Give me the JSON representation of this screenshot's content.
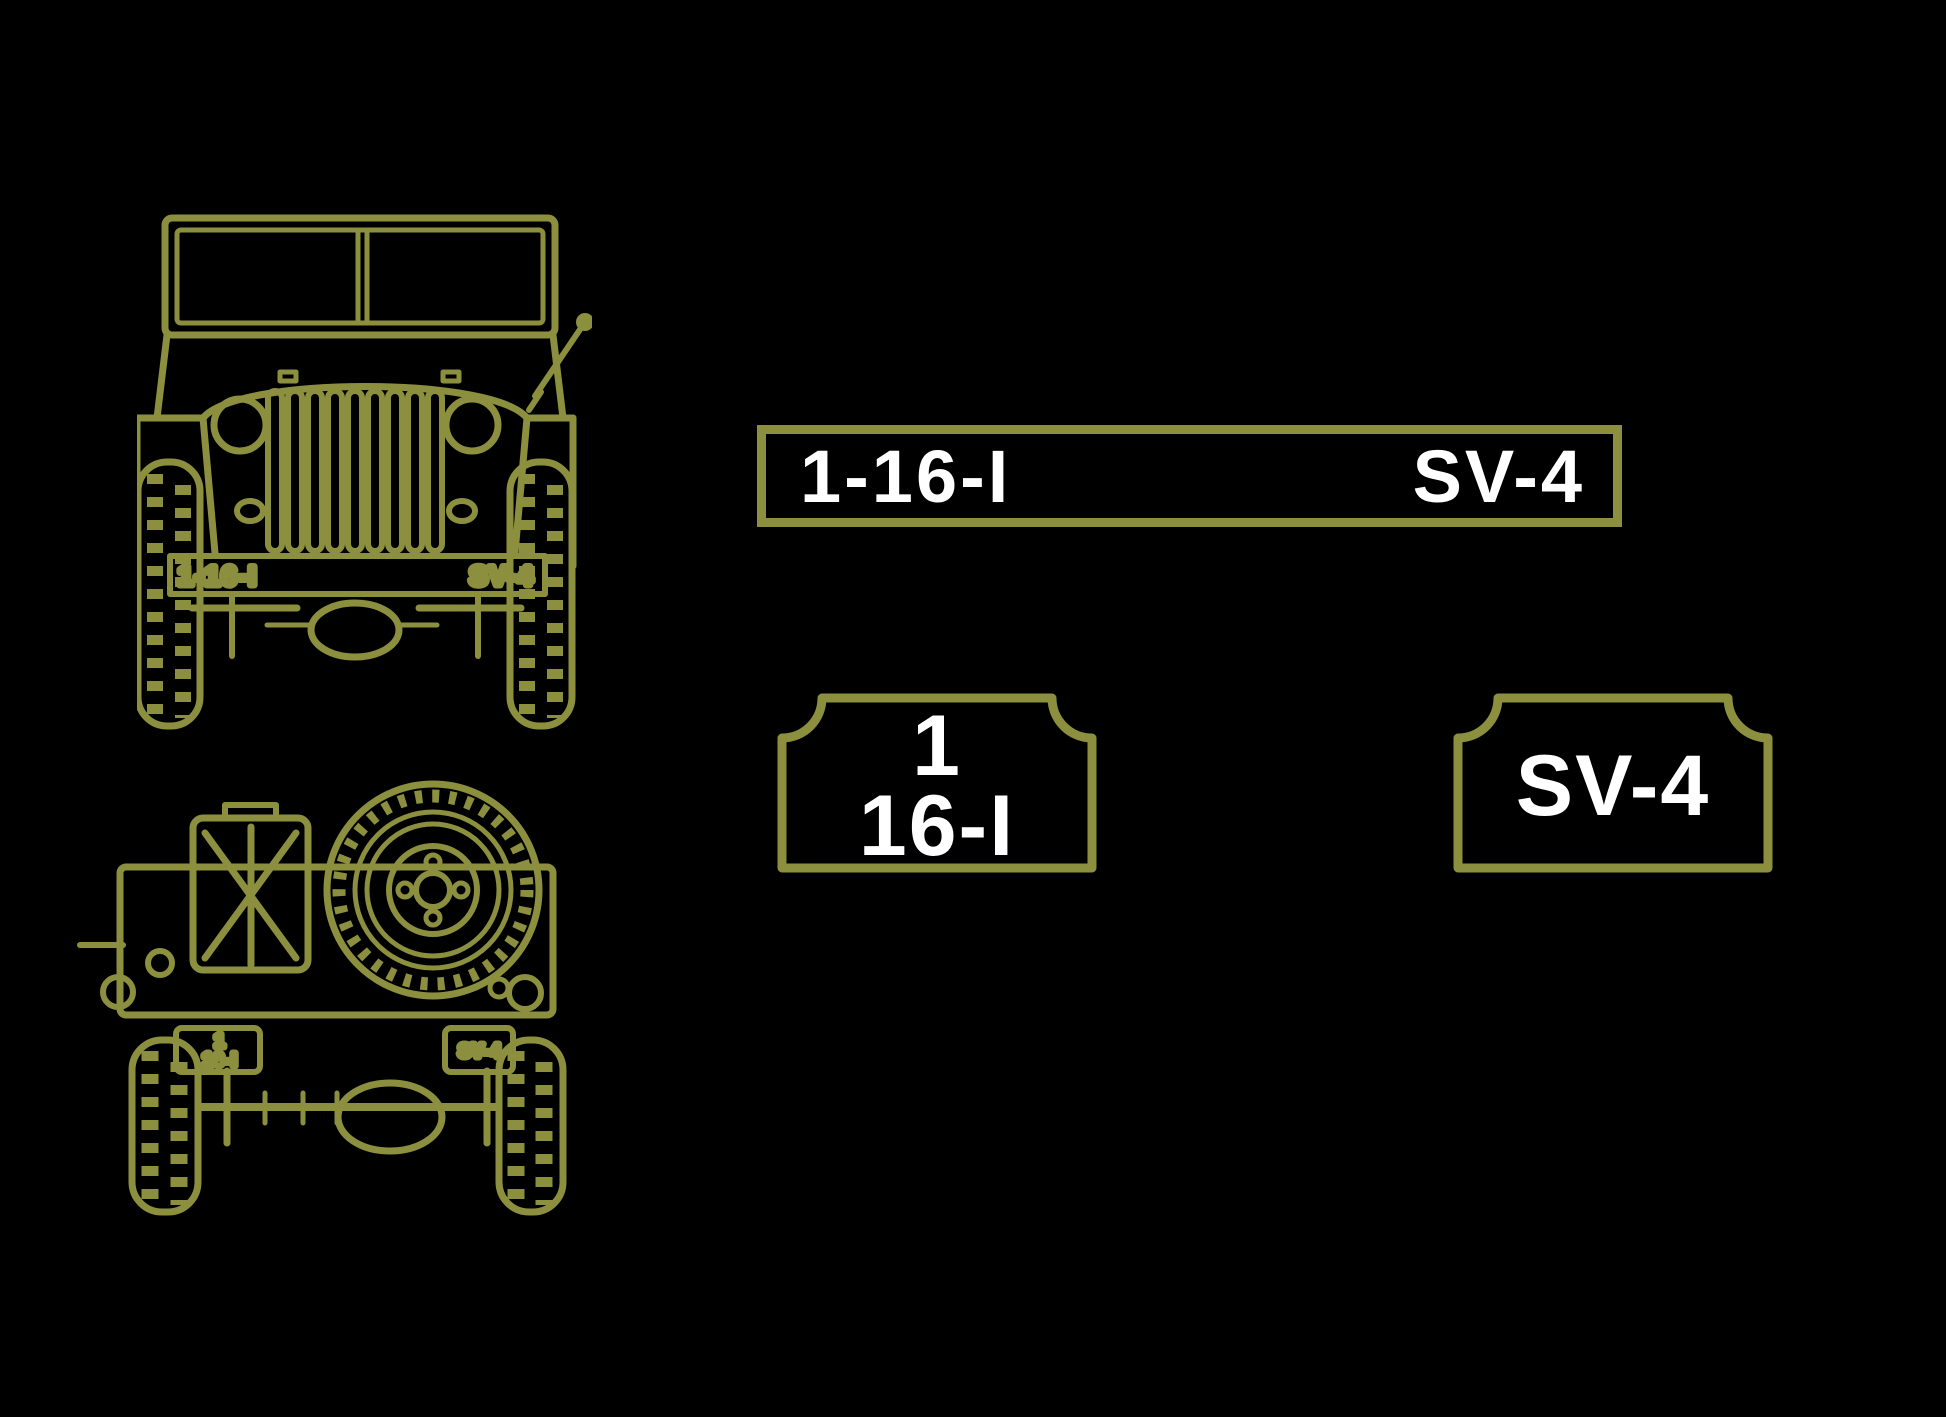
{
  "artwork": {
    "background_color": "#000000",
    "line_color": "#8b8f3e",
    "marking_color": "#ffffff"
  },
  "front_view": {
    "bumper_left_marking": "1-16-I",
    "bumper_right_marking": "SV-4"
  },
  "rear_view": {
    "bumperette_left_line1": "1",
    "bumperette_left_line2": "16-I",
    "bumperette_right_marking": "SV-4"
  },
  "decals": {
    "bumper_strip": {
      "left_text": "1-16-I",
      "right_text": "SV-4"
    },
    "unit_plate": {
      "line1": "1",
      "line2": "16-I"
    },
    "code_plate": {
      "text": "SV-4"
    }
  }
}
